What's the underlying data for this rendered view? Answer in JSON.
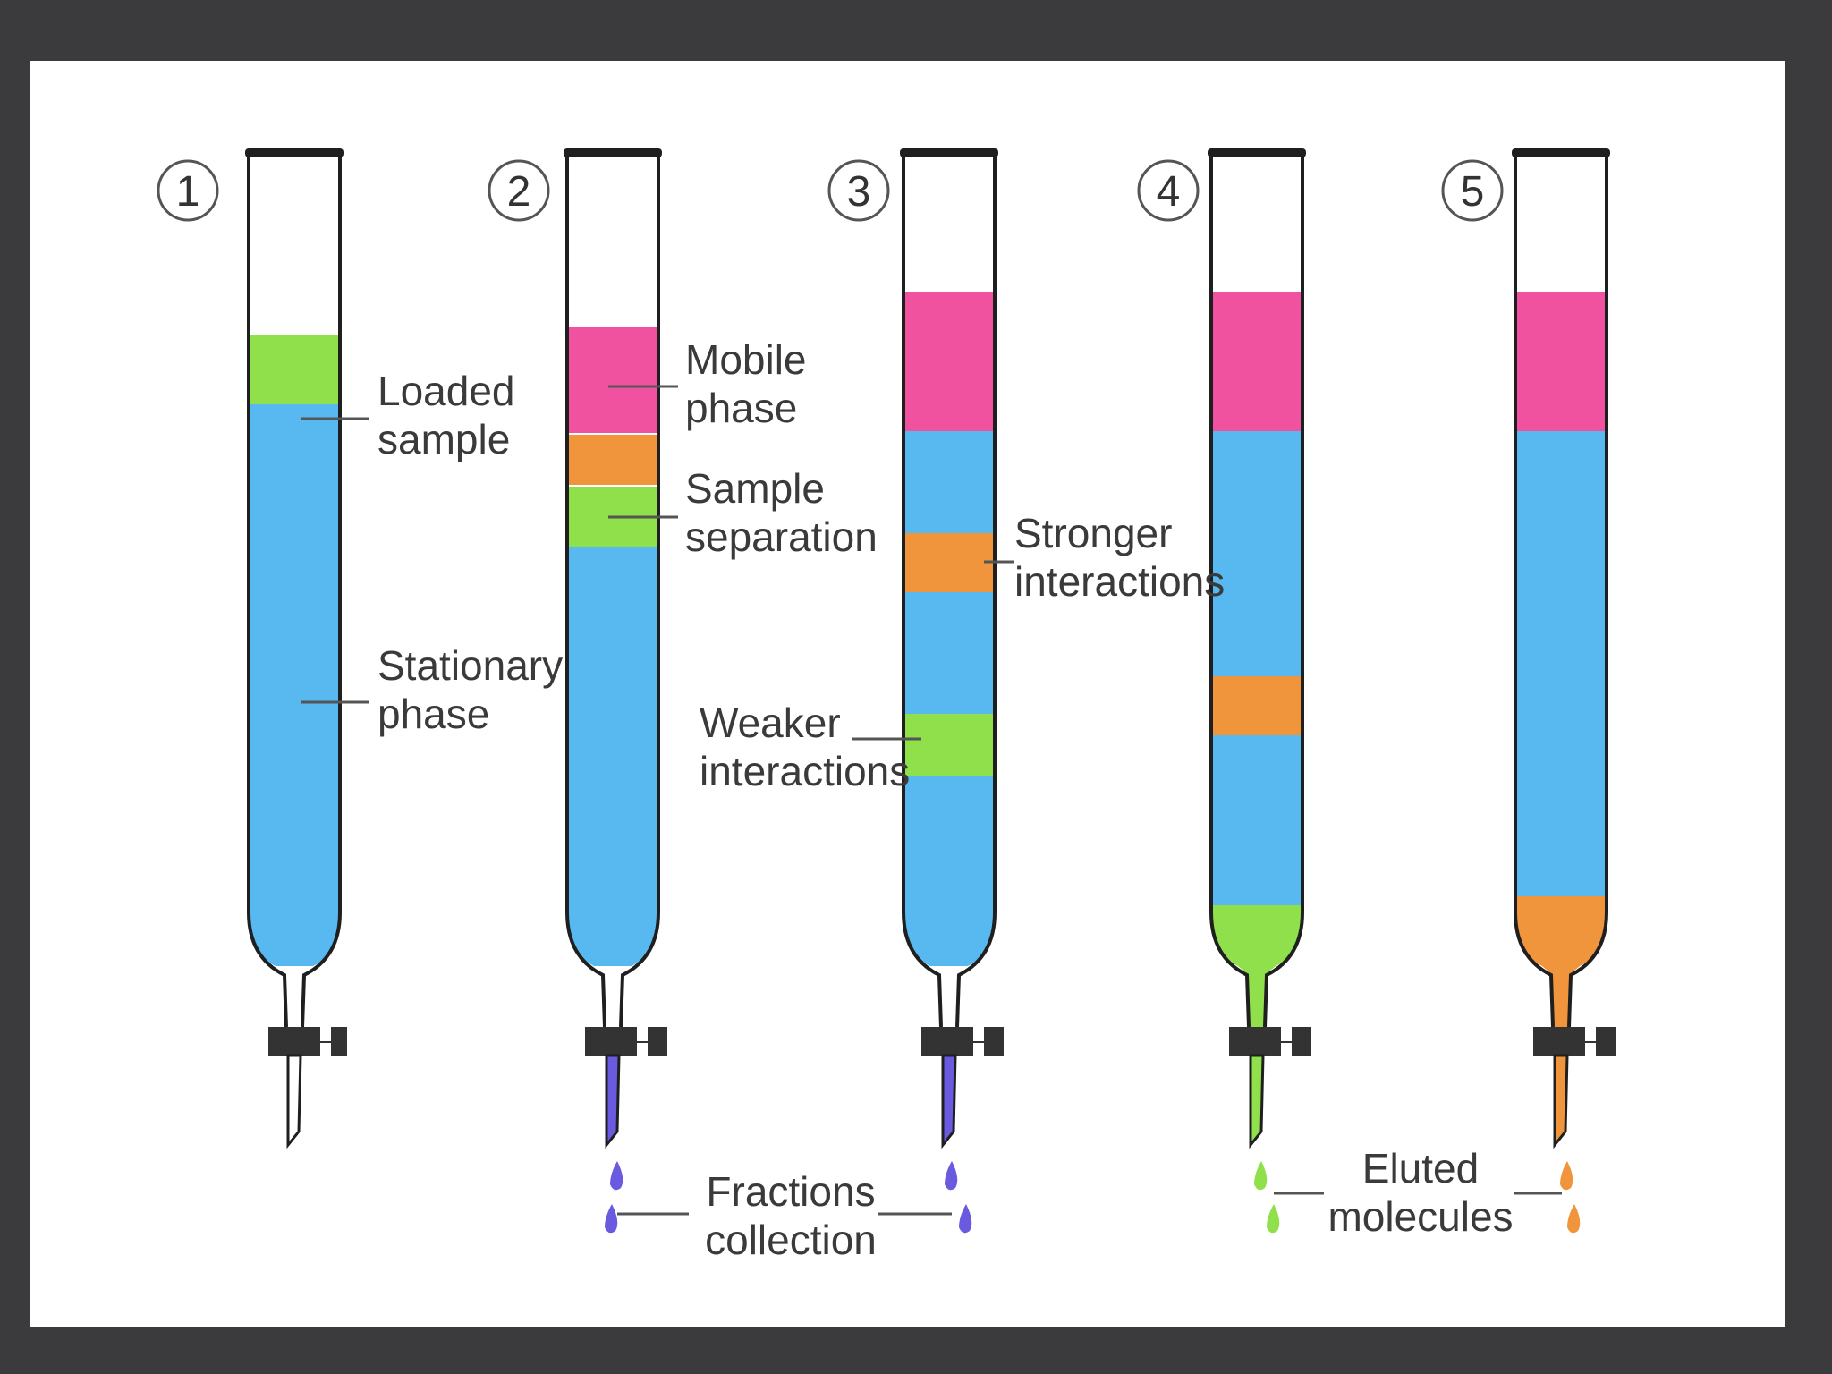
{
  "colors": {
    "background": "#3b3b3d",
    "canvas": "#ffffff",
    "stationary": "#58b8f0",
    "mobile": "#f0529f",
    "orange": "#f0953c",
    "green": "#8fe04a",
    "purple": "#6a5ae0",
    "outline": "#1f1f1f"
  },
  "columns": [
    {
      "number": "1"
    },
    {
      "number": "2"
    },
    {
      "number": "3"
    },
    {
      "number": "4"
    },
    {
      "number": "5"
    }
  ],
  "labels": {
    "loaded_sample": [
      "Loaded",
      "sample"
    ],
    "stationary_phase": [
      "Stationary",
      "phase"
    ],
    "mobile_phase": [
      "Mobile",
      "phase"
    ],
    "sample_separation": [
      "Sample",
      "separation"
    ],
    "stronger_interactions": [
      "Stronger",
      "interactions"
    ],
    "weaker_interactions": [
      "Weaker",
      "interactions"
    ],
    "fractions_collection": [
      "Fractions",
      "collection"
    ],
    "eluted_molecules": [
      "Eluted",
      "molecules"
    ]
  }
}
